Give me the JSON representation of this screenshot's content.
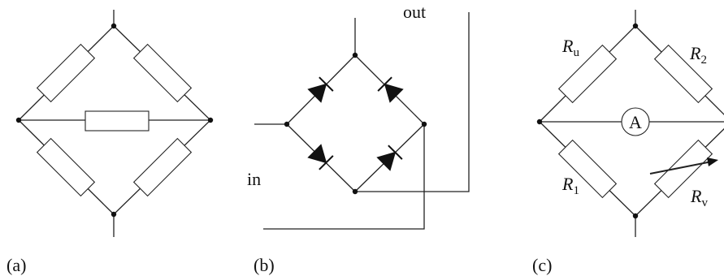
{
  "diagrams": [
    {
      "caption": "(a)"
    },
    {
      "caption": "(b)",
      "input_label": "in",
      "output_label": "out"
    },
    {
      "caption": "(c)",
      "meter_label": "A",
      "resistors": [
        {
          "symbol": "R",
          "subscript": "u"
        },
        {
          "symbol": "R",
          "subscript": "2"
        },
        {
          "symbol": "R",
          "subscript": "1"
        },
        {
          "symbol": "R",
          "subscript": "v"
        }
      ]
    }
  ],
  "colors": {
    "stroke": "#222222",
    "background": "#ffffff"
  }
}
